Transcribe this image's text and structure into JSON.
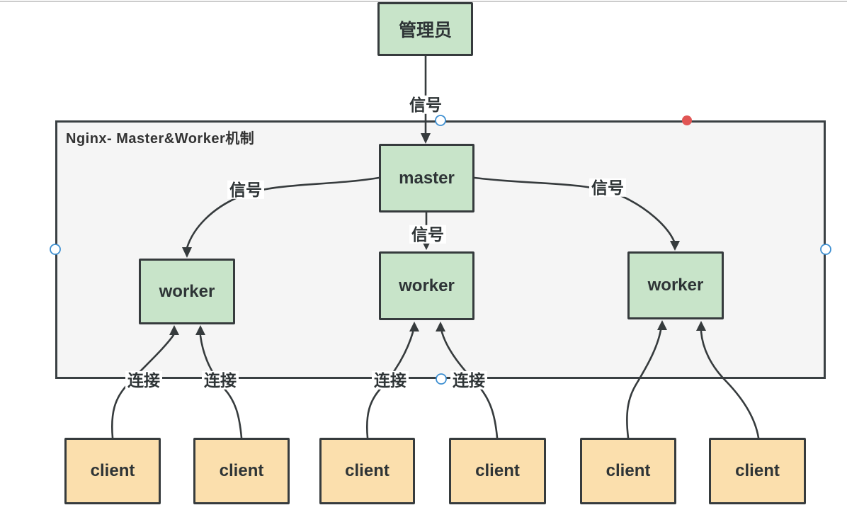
{
  "container": {
    "title": "Nginx- Master&Worker机制"
  },
  "nodes": {
    "admin": {
      "label": "管理员",
      "fill": "#c8e4c9"
    },
    "master": {
      "label": "master",
      "fill": "#c8e4c9"
    },
    "worker_left": {
      "label": "worker",
      "fill": "#c8e4c9"
    },
    "worker_middle": {
      "label": "worker",
      "fill": "#c8e4c9"
    },
    "worker_right": {
      "label": "worker",
      "fill": "#c8e4c9"
    },
    "client_1": {
      "label": "client",
      "fill": "#fbdfad"
    },
    "client_2": {
      "label": "client",
      "fill": "#fbdfad"
    },
    "client_3": {
      "label": "client",
      "fill": "#fbdfad"
    },
    "client_4": {
      "label": "client",
      "fill": "#fbdfad"
    },
    "client_5": {
      "label": "client",
      "fill": "#fbdfad"
    },
    "client_6": {
      "label": "client",
      "fill": "#fbdfad"
    }
  },
  "edge_labels": {
    "signal_admin_master": "信号",
    "signal_master_worker_left": "信号",
    "signal_master_worker_middle": "信号",
    "signal_master_worker_right": "信号",
    "conn_client1_worker_left": "连接",
    "conn_client2_worker_left": "连接",
    "conn_client3_worker_middle": "连接",
    "conn_client4_worker_middle": "连接"
  },
  "colors": {
    "node_green_fill": "#c8e4c9",
    "node_orange_fill": "#fbdfad",
    "container_fill": "#f5f5f5",
    "stroke_dark": "#363b3d",
    "text_dark": "#2e3436",
    "selection_handle_blue": "#3d8fd1",
    "marker_red": "#e15554",
    "page_border_gray": "#cccccc"
  }
}
